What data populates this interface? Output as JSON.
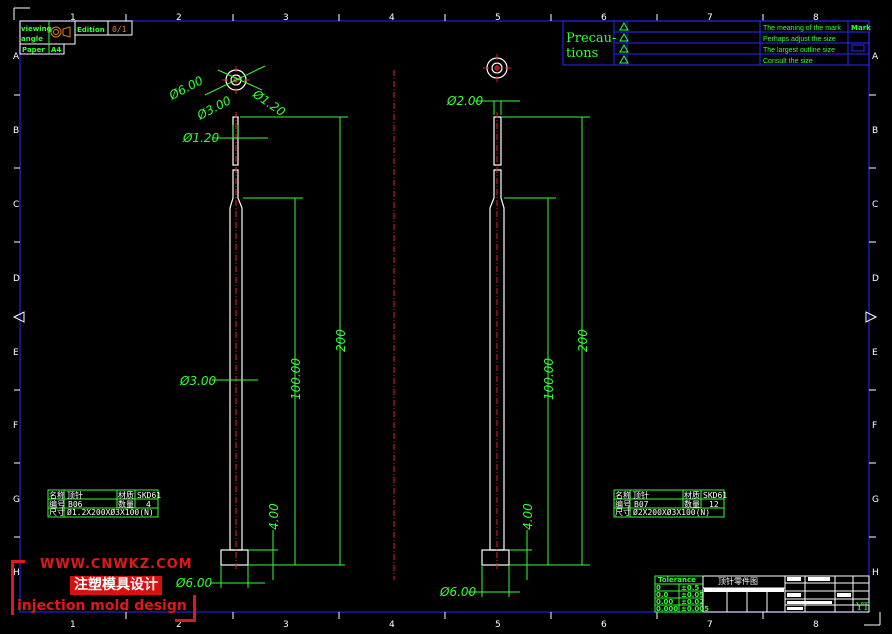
{
  "frame": {
    "columns": [
      "1",
      "2",
      "3",
      "4",
      "5",
      "6",
      "7",
      "8"
    ],
    "rows": [
      "A",
      "B",
      "C",
      "D",
      "E",
      "F",
      "G",
      "H"
    ]
  },
  "header_block": {
    "viewing_angle": "viewing angle",
    "edition_label": "Edition",
    "edition_value": "0/1",
    "paper_label": "Paper",
    "paper_value": "A4"
  },
  "precautions": {
    "title_line1": "Precau-",
    "title_line2": "tions",
    "mark_header": "Mark",
    "items": [
      "The meaning of the mark",
      "Perhaps adjust the size",
      "The largest outline size",
      "Consult the size"
    ]
  },
  "left_part": {
    "dims": {
      "d_head": "Ø6.00",
      "d_mid": "Ø3.00",
      "d_tip_top": "Ø1.20",
      "d_tip": "Ø1.20",
      "d_shank": "Ø3.00",
      "total": "200",
      "step": "100.00",
      "head_h": "4.00",
      "head_d": "Ø6.00"
    },
    "table": {
      "name_label": "名称",
      "name": "顶针",
      "material_label": "材质",
      "material": "SKD61",
      "no_label": "编号",
      "no": "B06",
      "qty_label": "数量",
      "qty": "4",
      "size_label": "尺寸",
      "size": "Ø1.2X200XØ3X100(N)"
    }
  },
  "right_part": {
    "dims": {
      "d_tip": "Ø2.00",
      "total": "200",
      "step": "100.00",
      "head_h": "4.00",
      "head_d": "Ø6.00"
    },
    "table": {
      "name_label": "名称",
      "name": "顶针",
      "material_label": "材质",
      "material": "SKD61",
      "no_label": "编号",
      "no": "B07",
      "qty_label": "数量",
      "qty": "12",
      "size_label": "尺寸",
      "size": "Ø2X200XØ3X100(N)"
    }
  },
  "title_block": {
    "tolerance_label": "Tolerance",
    "tol_rows": [
      [
        "0",
        "±0.5"
      ],
      [
        "0.0",
        "±0.05"
      ],
      [
        "0.00",
        "±0.02"
      ],
      [
        "0.000",
        "±0.005"
      ]
    ],
    "drawing_title": "顶针零件图",
    "logo": "YT"
  },
  "watermark": {
    "url": "WWW.CNWKZ.COM",
    "cn": "注塑模具设计",
    "en": "injection mold design"
  },
  "colors": {
    "border": "#2020d0",
    "dimension": "#33ff33",
    "centerline": "#e02020",
    "part": "#ffffff"
  }
}
